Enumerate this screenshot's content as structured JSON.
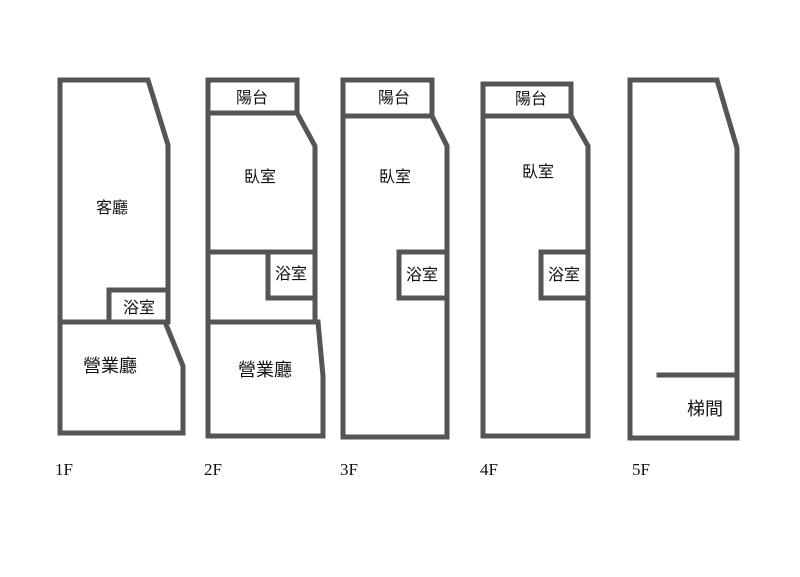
{
  "floors": [
    {
      "label": "1F",
      "rooms": [
        "客廳",
        "浴室",
        "營業廳"
      ]
    },
    {
      "label": "2F",
      "rooms": [
        "陽台",
        "臥室",
        "浴室",
        "營業廳"
      ]
    },
    {
      "label": "3F",
      "rooms": [
        "陽台",
        "臥室",
        "浴室"
      ]
    },
    {
      "label": "4F",
      "rooms": [
        "陽台",
        "臥室",
        "浴室"
      ]
    },
    {
      "label": "5F",
      "rooms": [
        "梯間"
      ]
    }
  ],
  "colors": {
    "wall": "#555555",
    "text": "#111111",
    "background": "#ffffff"
  }
}
